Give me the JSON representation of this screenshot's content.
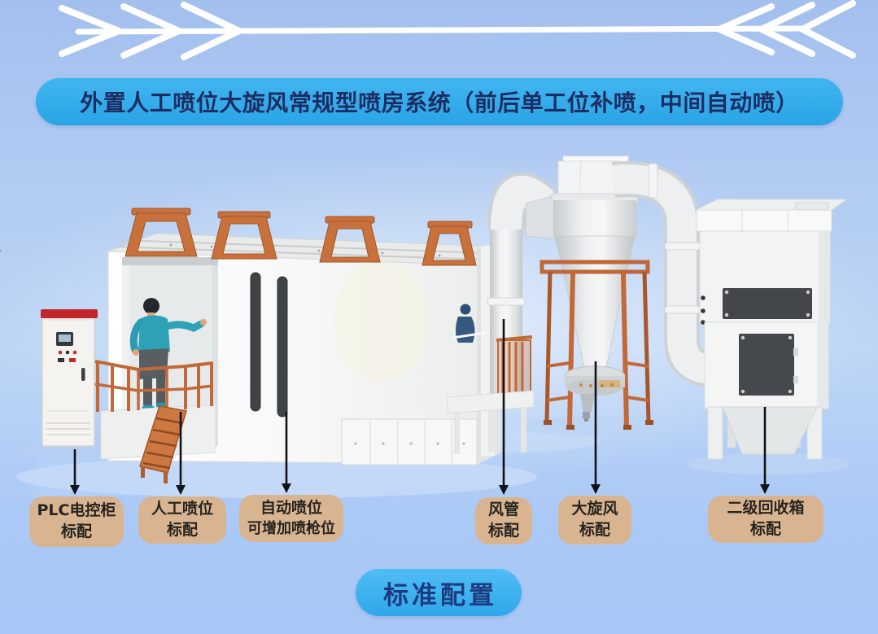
{
  "banner": {
    "title": "外置人工喷位大旋风常规型喷房系统（前后单工位补喷，中间自动喷）"
  },
  "callout_labels": [
    {
      "key": "plc-cabinet",
      "line1": "PLC电控柜",
      "line2": "标配"
    },
    {
      "key": "manual-spray-station",
      "line1": "人工喷位",
      "line2": "标配"
    },
    {
      "key": "auto-spray-station",
      "line1": "自动喷位",
      "line2": "可增加喷枪位"
    },
    {
      "key": "air-duct",
      "line1": "风管",
      "line2": "标配"
    },
    {
      "key": "cyclone",
      "line1": "大旋风",
      "line2": "标配"
    },
    {
      "key": "secondary-recovery-box",
      "line1": "二级回收箱",
      "line2": "标配"
    }
  ],
  "footer": {
    "button": "标准配置"
  },
  "colors": {
    "background_top": "#a3bfee",
    "background_bottom": "#a9c7f6",
    "banner_blue": "#31aeec",
    "banner_text": "#1c2d63",
    "label_tan": "#d9b490",
    "label_text": "#262420",
    "footer_blue": "#3fb3f0",
    "footer_text": "#1d3c80",
    "machine_orange": "#c8713c",
    "cabinet_red": "#c3272b",
    "worker_teal": "#2ea3b8",
    "dark_panel": "#45484d",
    "callout_line": "#111318",
    "decoration_white": "#ffffff"
  },
  "scene": {
    "components": [
      "wheat-branch-decoration",
      "plc-control-cabinet",
      "spray-booth",
      "roof-gantry-frames",
      "manual-spray-worker",
      "platform-railing",
      "access-ladder",
      "auto-spray-gun-slots",
      "rear-spray-station",
      "air-duct",
      "cyclone-separator",
      "outlet-duct",
      "secondary-recovery-box",
      "callout-arrows"
    ]
  }
}
